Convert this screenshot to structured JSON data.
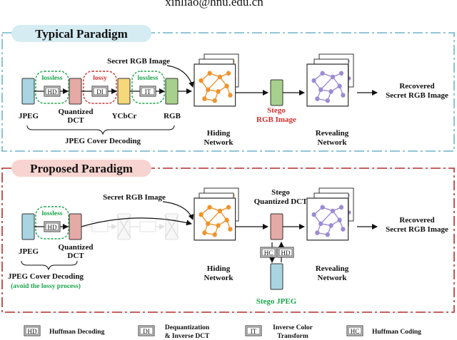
{
  "header": {
    "email": "xinliao@hnu.edu.cn"
  },
  "typical": {
    "title": "Typical Paradigm",
    "labels": {
      "jpeg": "JPEG",
      "dct": [
        "Quantized",
        "DCT"
      ],
      "ycbcr": "YCbCr",
      "rgb": "RGB",
      "lossless1": "lossless",
      "lossy": "lossy",
      "lossless2": "lossless",
      "decoding": "JPEG Cover Decoding",
      "secret": "Secret RGB Image",
      "hiding": [
        "Hiding",
        "Network"
      ],
      "stego": [
        "Stego",
        "RGB Image"
      ],
      "revealing": [
        "Revealing",
        "Network"
      ],
      "recovered": [
        "Recovered",
        "Secret RGB Image"
      ]
    }
  },
  "proposed": {
    "title": "Proposed Paradigm",
    "labels": {
      "jpeg": "JPEG",
      "dct": [
        "Quantized",
        "DCT"
      ],
      "lossless": "lossless",
      "decoding": "JPEG Cover Decoding",
      "avoid": "(avoid the lossy process)",
      "secret": "Secret RGB Image",
      "hiding": [
        "Hiding",
        "Network"
      ],
      "stego_dct": [
        "Stego",
        "Quantized DCT"
      ],
      "stego_jpeg": "Stego JPEG",
      "revealing": [
        "Revealing",
        "Network"
      ],
      "recovered": [
        "Recovered",
        "Secret RGB Image"
      ]
    }
  },
  "ops": {
    "hd": "HD",
    "di": "DI",
    "it": "IT",
    "hc": "HC"
  },
  "legend": {
    "hd": "Huffman Decoding",
    "di": [
      "Dequantization",
      "& Inverse DCT"
    ],
    "it": [
      "Inverse Color",
      "Transform"
    ],
    "hc": "Huffman Coding"
  },
  "colors": {
    "typical_border": "#6fb3c8",
    "typical_title_bg": "#d4ecf2",
    "proposed_border": "#b22d2a",
    "proposed_title_bg": "#f7d4d0",
    "jpeg_block": "#a9d4e2",
    "dct_block": "#e5a9a6",
    "ycbcr_block": "#f6d77a",
    "rgb_block": "#a8d08d",
    "hiding_node": "#f0932b",
    "revealing_node": "#9d8bd4",
    "lossless": "#19a54a",
    "lossy": "#d32f2f",
    "stego_red": "#d32f2f",
    "stego_green": "#19a54a"
  }
}
